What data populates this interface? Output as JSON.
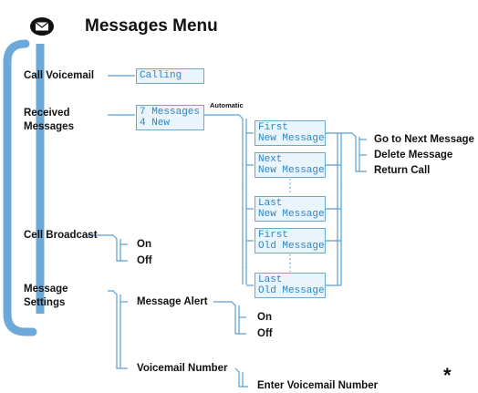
{
  "title": "Messages Menu",
  "icons": {
    "menu": "envelope-icon"
  },
  "nodes": {
    "call_voicemail": "Call Voicemail",
    "calling": "Calling",
    "received_1": "Received",
    "received_2": "Messages",
    "msgs_line1": "7 Messages",
    "msgs_line2": "4 New",
    "automatic": "Automatic",
    "first_new_1": "First",
    "first_new_2": "New Message",
    "next_new_1": "Next",
    "next_new_2": "New Message",
    "last_new_1": "Last",
    "last_new_2": "New Message",
    "first_old_1": "First",
    "first_old_2": "Old Message",
    "last_old_1": "Last",
    "last_old_2": "Old Message",
    "go_next": "Go to Next Message",
    "delete_msg": "Delete Message",
    "return_call": "Return Call",
    "cell_broadcast": "Cell Broadcast",
    "cb_on": "On",
    "cb_off": "Off",
    "settings_1": "Message",
    "settings_2": "Settings",
    "message_alert": "Message Alert",
    "alert_on": "On",
    "alert_off": "Off",
    "voicemail_number": "Voicemail Number",
    "enter_voicemail": "Enter Voicemail Number",
    "footnote_mark": "*"
  },
  "colors": {
    "connector": "#5b9ed1",
    "lcd_text": "#2d86c4",
    "lcd_border": "#6aaad0",
    "lcd_fill": "#eaf4fb",
    "trunk": "#6ca9d8"
  }
}
